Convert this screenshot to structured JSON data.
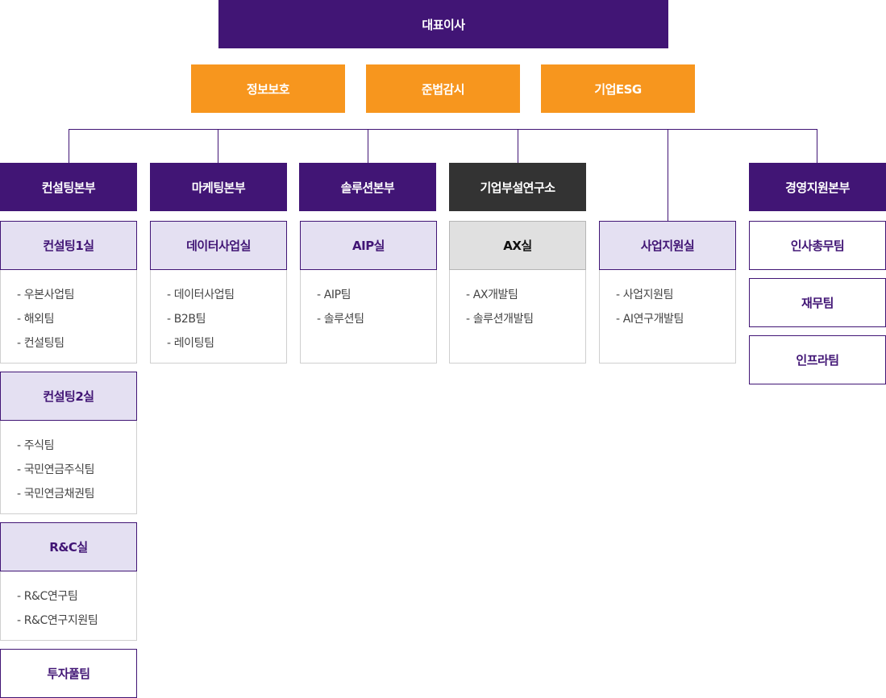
{
  "ceo": "대표이사",
  "staff": [
    "정보보호",
    "준법감시",
    "기업ESG"
  ],
  "divisions": {
    "consulting": {
      "title": "컨설팅본부",
      "units": [
        {
          "name": "컨설팅1실",
          "teams": [
            "- 우본사업팀",
            "- 해외팀",
            "- 컨설팅팀"
          ]
        },
        {
          "name": "컨설팅2실",
          "teams": [
            "- 주식팀",
            "- 국민연금주식팀",
            "- 국민연금채권팀"
          ]
        },
        {
          "name": "R&C실",
          "teams": [
            "- R&C연구팀",
            "- R&C연구지원팀"
          ]
        },
        {
          "name": "투자풀팀"
        }
      ]
    },
    "marketing": {
      "title": "마케팅본부",
      "units": [
        {
          "name": "데이터사업실",
          "teams": [
            "- 데이터사업팀",
            "- B2B팀",
            "- 레이팅팀"
          ]
        }
      ]
    },
    "solution": {
      "title": "솔루션본부",
      "units": [
        {
          "name": "AIP실",
          "teams": [
            "- AIP팀",
            "- 솔루션팀"
          ]
        }
      ]
    },
    "research": {
      "title": "기업부설연구소",
      "units": [
        {
          "name": "AX실",
          "teams": [
            "- AX개발팀",
            "- 솔루션개발팀"
          ]
        }
      ]
    },
    "business_support": {
      "title": "사업지원실",
      "teams": [
        "- 사업지원팀",
        "- AI연구개발팀"
      ]
    },
    "management": {
      "title": "경영지원본부",
      "units": [
        {
          "name": "인사총무팀"
        },
        {
          "name": "재무팀"
        },
        {
          "name": "인프라팀"
        }
      ]
    }
  },
  "colors": {
    "primary_purple": "#411575",
    "orange": "#f7961e",
    "dark": "#333333",
    "lavender": "#e4e0f2"
  }
}
